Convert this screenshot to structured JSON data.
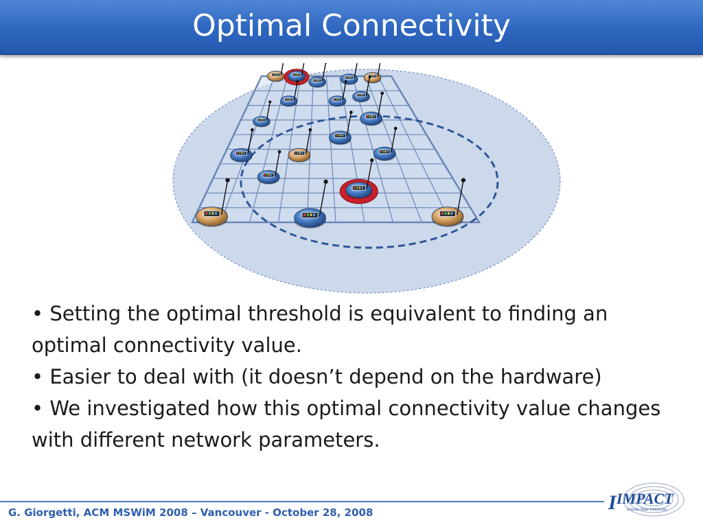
{
  "slide": {
    "title": "Optimal Connectivity",
    "bullets": [
      "• Setting the optimal threshold is equivalent to finding an optimal connectivity value.",
      "• Easier to deal with (it doesn’t depend on the hardware)",
      "• We investigated how this optimal connectivity value changes with different network parameters."
    ],
    "footer": "G. Giorgetti, ACM MSWiM 2008 – Vancouver - October 28, 2008",
    "logo_text": "IMPACT",
    "logo_subtext": "Arizona State University"
  },
  "diagram": {
    "nodes": [
      {
        "u": 0.11,
        "v": 0.0,
        "kind": "anchor",
        "size": "s"
      },
      {
        "u": 0.27,
        "v": 0.0,
        "kind": "target",
        "size": "s"
      },
      {
        "u": 0.43,
        "v": 0.04,
        "kind": "normal",
        "size": "s"
      },
      {
        "u": 0.67,
        "v": 0.02,
        "kind": "normal",
        "size": "s"
      },
      {
        "u": 0.85,
        "v": 0.01,
        "kind": "anchor",
        "size": "s"
      },
      {
        "u": 0.25,
        "v": 0.17,
        "kind": "normal",
        "size": "s"
      },
      {
        "u": 0.56,
        "v": 0.17,
        "kind": "normal",
        "size": "s"
      },
      {
        "u": 0.72,
        "v": 0.14,
        "kind": "normal",
        "size": "s"
      },
      {
        "u": 0.12,
        "v": 0.31,
        "kind": "normal",
        "size": "s"
      },
      {
        "u": 0.74,
        "v": 0.29,
        "kind": "normal",
        "size": "m"
      },
      {
        "u": 0.55,
        "v": 0.42,
        "kind": "normal",
        "size": "m"
      },
      {
        "u": 0.08,
        "v": 0.54,
        "kind": "normal",
        "size": "m"
      },
      {
        "u": 0.35,
        "v": 0.54,
        "kind": "anchor",
        "size": "m"
      },
      {
        "u": 0.75,
        "v": 0.53,
        "kind": "normal",
        "size": "m"
      },
      {
        "u": 0.23,
        "v": 0.69,
        "kind": "normal",
        "size": "m"
      },
      {
        "u": 0.6,
        "v": 0.78,
        "kind": "target",
        "size": "l"
      },
      {
        "u": 0.06,
        "v": 0.96,
        "kind": "anchor",
        "size": "xl"
      },
      {
        "u": 0.41,
        "v": 0.97,
        "kind": "normal",
        "size": "xl"
      },
      {
        "u": 0.9,
        "v": 0.96,
        "kind": "anchor",
        "size": "xl"
      }
    ]
  },
  "colors": {
    "title_bar": "#2e66bf",
    "outer_region": "#ccd9eb",
    "grid_line": "#6b86b6",
    "inner_ring": "#2f5699",
    "target_ring": "#c8212b",
    "normal_node": "#3f74bf",
    "anchor_node": "#d9a86b",
    "footer": "#2f5fae"
  }
}
